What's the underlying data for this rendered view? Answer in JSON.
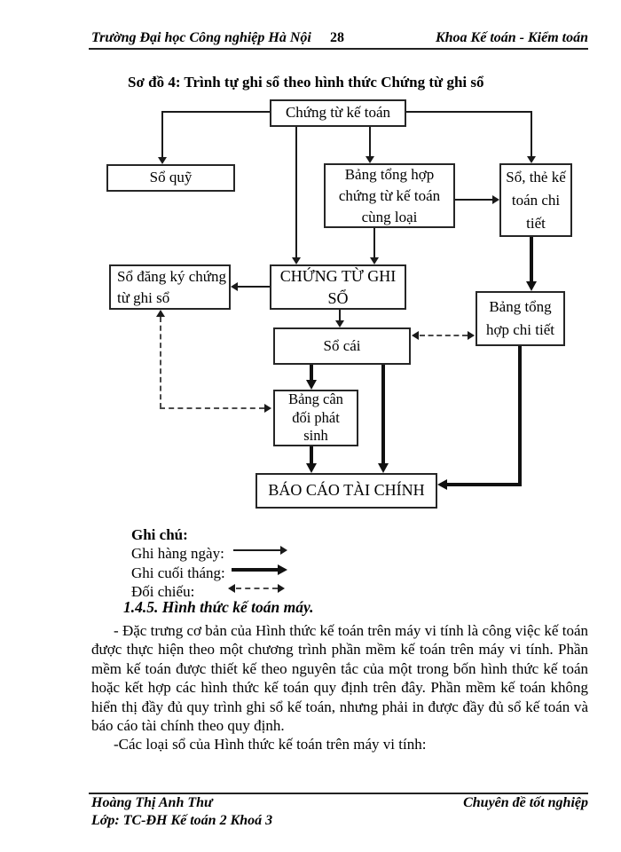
{
  "header": {
    "left": "Trường Đại học Công nghiệp Hà Nội",
    "page_number": "28",
    "right": "Khoa Kế toán - Kiểm toán"
  },
  "title": "Sơ đồ 4: Trình tự ghi sổ theo hình thức Chứng từ ghi sổ",
  "flowchart": {
    "nodes": {
      "chung_tu_ke_toan": "Chứng từ kế toán",
      "so_quy": "Sổ quỹ",
      "bang_tong_hop_chung_tu": "Bảng tổng hợp chứng từ kế toán cùng loại",
      "so_the_ke_toan_chi_tiet": "Sổ, thẻ kế toán chi tiết",
      "so_dang_ky_chung_tu_ghi_so": "Sổ đăng ký chứng từ ghi sổ",
      "chung_tu_ghi_so": "CHỨNG TỪ GHI SỔ",
      "bang_tong_hop_chi_tiet": "Bảng tổng hợp chi tiết",
      "so_cai": "Sổ cái",
      "bang_can_doi_phat_sinh": "Bảng cân đối phát sinh",
      "bao_cao_tai_chinh": "BÁO CÁO TÀI CHÍNH"
    },
    "edges": [
      {
        "from": "chung_tu_ke_toan",
        "to": "so_quy",
        "style": "daily"
      },
      {
        "from": "chung_tu_ke_toan",
        "to": "bang_tong_hop_chung_tu",
        "style": "daily"
      },
      {
        "from": "chung_tu_ke_toan",
        "to": "so_the_ke_toan_chi_tiet",
        "style": "daily"
      },
      {
        "from": "chung_tu_ke_toan",
        "to": "chung_tu_ghi_so",
        "style": "daily"
      },
      {
        "from": "bang_tong_hop_chung_tu",
        "to": "chung_tu_ghi_so",
        "style": "daily"
      },
      {
        "from": "bang_tong_hop_chung_tu",
        "to": "so_the_ke_toan_chi_tiet",
        "style": "daily"
      },
      {
        "from": "chung_tu_ghi_so",
        "to": "so_dang_ky_chung_tu_ghi_so",
        "style": "daily"
      },
      {
        "from": "chung_tu_ghi_so",
        "to": "so_cai",
        "style": "daily"
      },
      {
        "from": "so_the_ke_toan_chi_tiet",
        "to": "bang_tong_hop_chi_tiet",
        "style": "monthly"
      },
      {
        "from": "so_cai",
        "to": "bang_can_doi_phat_sinh",
        "style": "monthly"
      },
      {
        "from": "so_cai",
        "to": "bao_cao_tai_chinh",
        "style": "monthly"
      },
      {
        "from": "bang_can_doi_phat_sinh",
        "to": "bao_cao_tai_chinh",
        "style": "monthly"
      },
      {
        "from": "bang_tong_hop_chi_tiet",
        "to": "bao_cao_tai_chinh",
        "style": "monthly"
      },
      {
        "from": "so_cai",
        "to": "bang_tong_hop_chi_tiet",
        "style": "reconcile-both-ways"
      },
      {
        "from": "so_dang_ky_chung_tu_ghi_so",
        "to": "bang_can_doi_phat_sinh",
        "style": "reconcile-both-ways"
      }
    ]
  },
  "legend": {
    "title": "Ghi chú:",
    "items": [
      {
        "label": "Ghi hàng ngày:",
        "style": "thin-arrow"
      },
      {
        "label": "Ghi cuối tháng:",
        "style": "thick-arrow"
      },
      {
        "label": "Đối chiếu:",
        "style": "dashed-double-arrow"
      }
    ]
  },
  "section": {
    "heading": "1.4.5. Hình thức kế toán máy.",
    "para1": "- Đặc trưng cơ bản của Hình thức kế toán trên máy vi tính là công việc kế toán được thực hiện theo một chương trình phần mềm kế toán trên máy vi tính. Phần mềm kế toán được thiết kế theo nguyên tắc của một trong bốn hình thức kế toán hoặc kết hợp các hình thức kế toán quy định trên đây. Phần mềm kế toán không hiển thị đầy đủ quy trình ghi sổ kế toán, nhưng phải in được đầy đủ sổ kế toán và báo cáo tài chính theo quy định.",
    "para2": "-Các loại sổ của Hình thức kế toán trên máy vi tính:"
  },
  "footer": {
    "author": "Hoàng Thị Anh Thư",
    "class_line": "Lớp: TC-ĐH Kế toán 2 Khoá 3",
    "right": "Chuyên đề tốt nghiệp"
  },
  "colors": {
    "paper": "#ffffff",
    "ink": "#1a1a1a"
  }
}
